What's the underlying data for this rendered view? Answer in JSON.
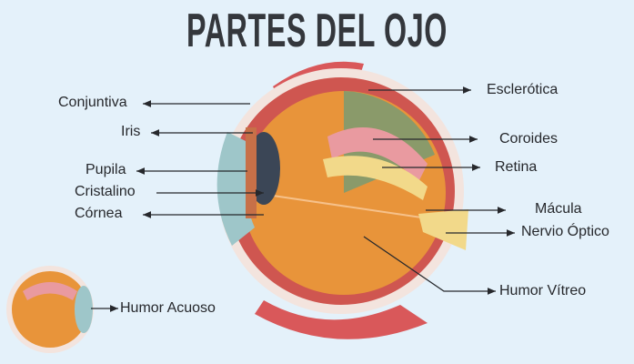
{
  "title": "PARTES DEL OJO",
  "labels": {
    "conjuntiva": "Conjuntiva",
    "iris": "Iris",
    "pupila": "Pupila",
    "cristalino": "Cristalino",
    "cornea": "Córnea",
    "esclerotica": "Esclerótica",
    "coroides": "Coroides",
    "retina": "Retina",
    "macula": "Mácula",
    "nervio": "Nervio Óptico",
    "humor_vitreo": "Humor Vítreo",
    "humor_acuoso": "Humor Acuoso"
  },
  "colors": {
    "background": "#e4f1fa",
    "title": "#34373c",
    "sclera": "#f3e4de",
    "vitreous": "#e8943a",
    "lens": "#3b4656",
    "retina": "#f2d98a",
    "choroid": "#e99aa0",
    "muscle": "#d9585a"
  }
}
